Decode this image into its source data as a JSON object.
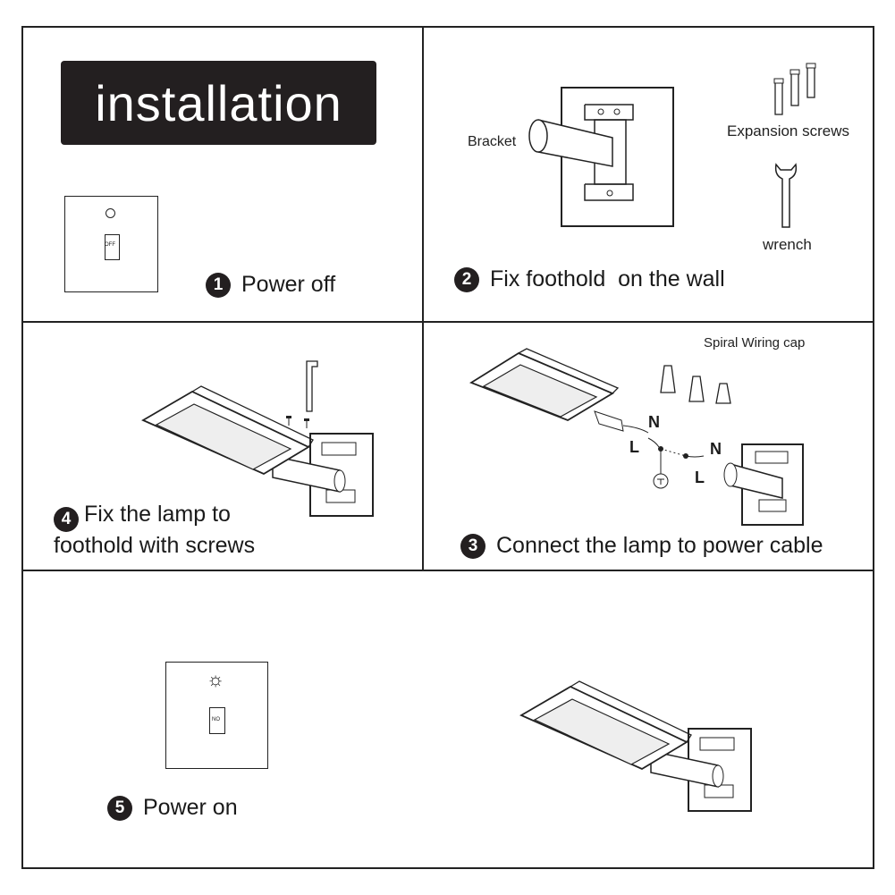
{
  "title": "installation",
  "steps": [
    {
      "num": "1",
      "text": "Power off"
    },
    {
      "num": "2",
      "text": "Fix foothold  on the wall"
    },
    {
      "num": "3",
      "text": "Connect the lamp to power cable"
    },
    {
      "num": "4",
      "text": "Fix the lamp to foothold with screws"
    },
    {
      "num": "5",
      "text": "Power on"
    }
  ],
  "labels": {
    "bracket": "Bracket",
    "expansion_screws": "Expansion screws",
    "wrench": "wrench",
    "spiral_cap": "Spiral Wiring cap",
    "switch_off": "OFF",
    "switch_on": "NO",
    "n1": "N",
    "l1": "L",
    "n2": "N",
    "l2": "L"
  },
  "colors": {
    "ink": "#231f20",
    "background": "#ffffff"
  }
}
